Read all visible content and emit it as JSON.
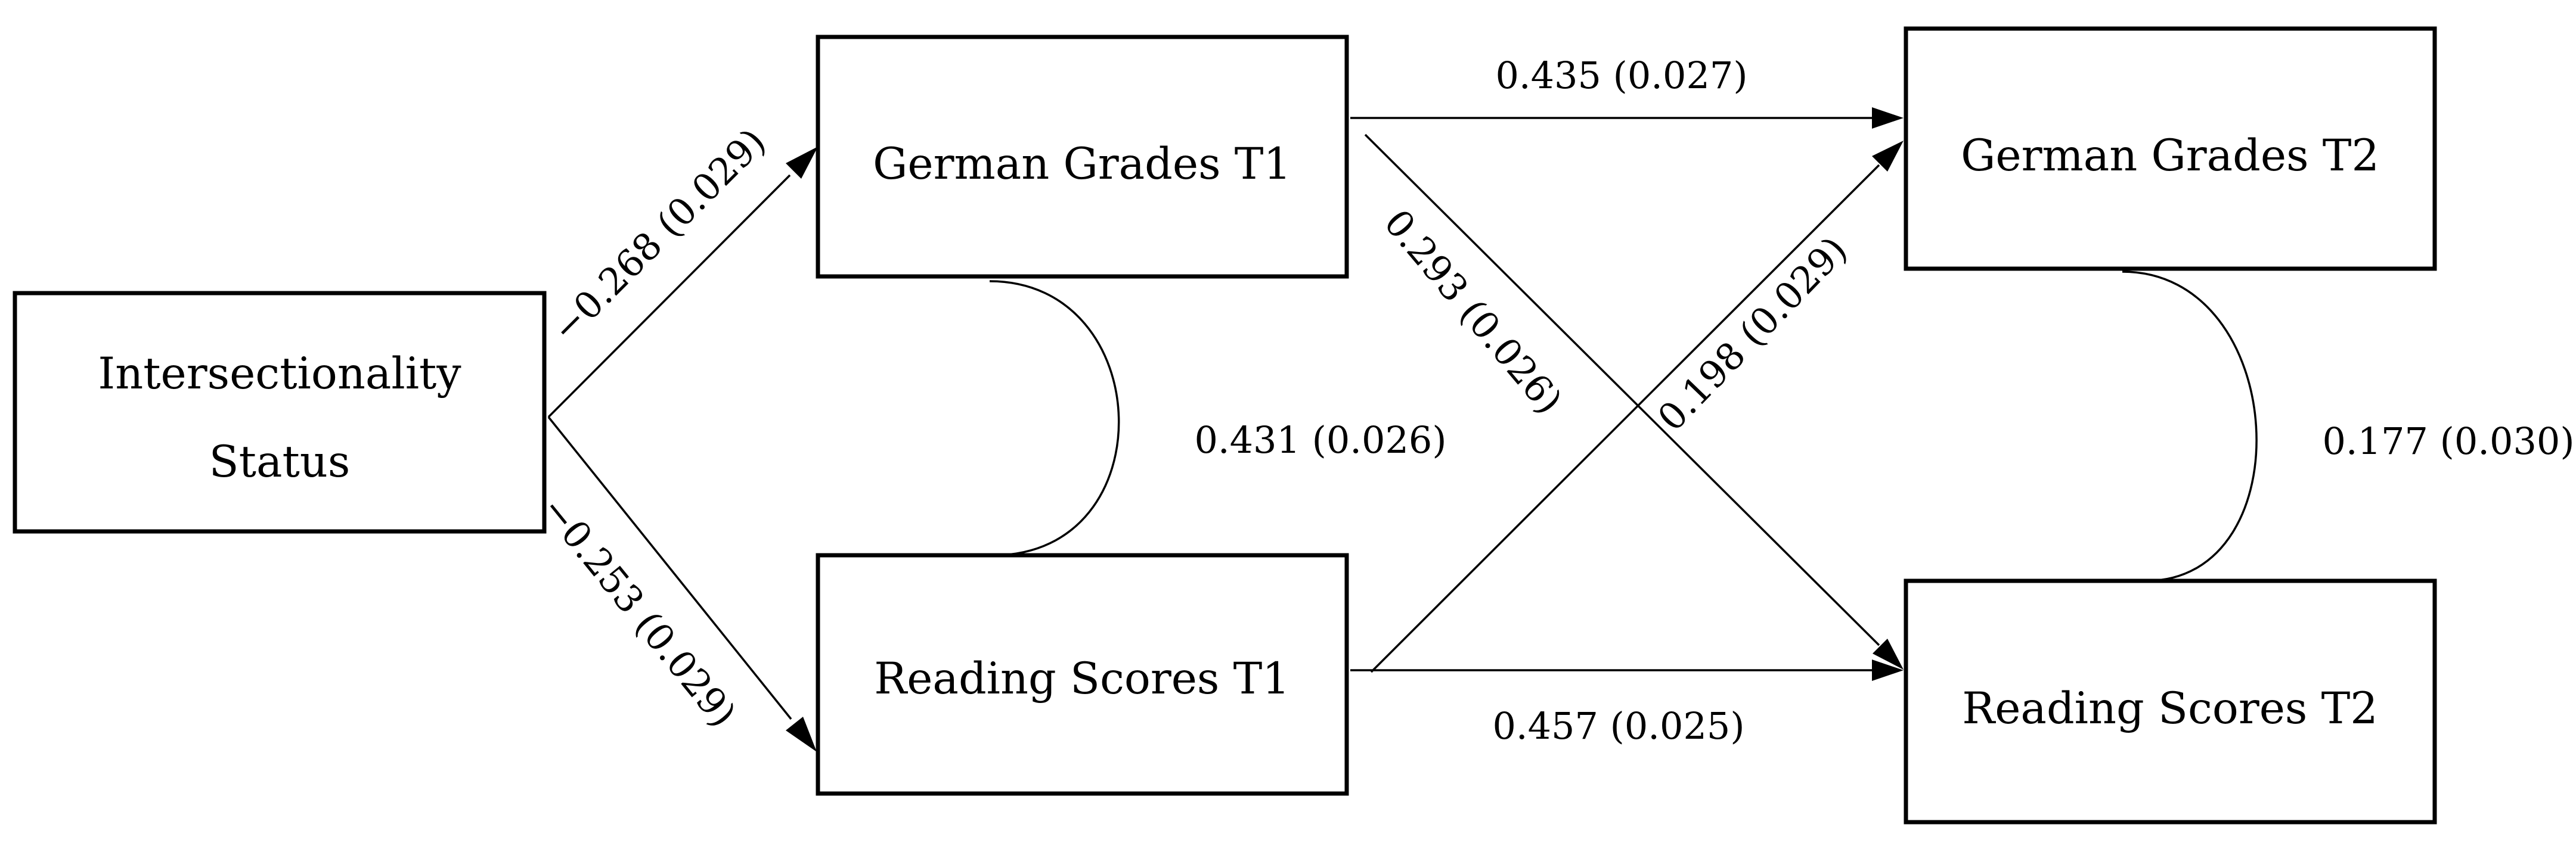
{
  "nodes": {
    "intersectionality": {
      "line1": "Intersectionality",
      "line2": "Status"
    },
    "german_t1": {
      "label": "German Grades T1"
    },
    "reading_t1": {
      "label": "Reading Scores T1"
    },
    "german_t2": {
      "label": "German Grades T2"
    },
    "reading_t2": {
      "label": "Reading Scores T2"
    }
  },
  "paths": {
    "intersect_to_german_t1": "−0.268 (0.029)",
    "intersect_to_reading_t1": "−0.253 (0.029)",
    "german_t1_to_german_t2": "0.435 (0.027)",
    "german_t1_to_reading_t2": "0.293 (0.026)",
    "reading_t1_to_german_t2": "0.198 (0.029)",
    "reading_t1_to_reading_t2": "0.457 (0.025)"
  },
  "covariances": {
    "t1": "0.431 (0.026)",
    "t2": "0.177 (0.030)"
  }
}
